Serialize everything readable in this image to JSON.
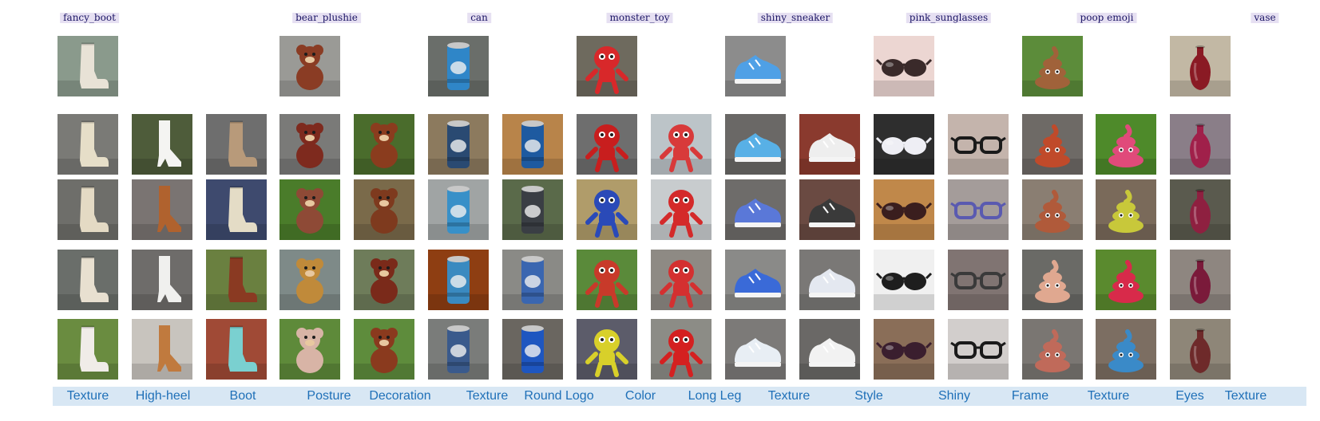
{
  "concepts": [
    {
      "name": "fancy_boot",
      "ref_icon": "boot-icon",
      "ref_bg": "#8a9a8c",
      "ref_fg": "#e8e2d6"
    },
    {
      "name": "bear_plushie",
      "ref_icon": "bear-icon",
      "ref_bg": "#9a9a96",
      "ref_fg": "#8a3c24"
    },
    {
      "name": "can",
      "ref_icon": "can-icon",
      "ref_bg": "#6a6e6a",
      "ref_fg": "#2f86c8"
    },
    {
      "name": "monster_toy",
      "ref_icon": "monster-icon",
      "ref_bg": "#6e6a5e",
      "ref_fg": "#d8282a"
    },
    {
      "name": "shiny_sneaker",
      "ref_icon": "sneaker-icon",
      "ref_bg": "#8c8c8c",
      "ref_fg": "#4fa0e6"
    },
    {
      "name": "pink_sunglasses",
      "ref_icon": "sunglasses-icon",
      "ref_bg": "#ecd6d2",
      "ref_fg": "#3a2a2a"
    },
    {
      "name": "poop emoji",
      "ref_icon": "poop-icon",
      "ref_bg": "#5c8c3a",
      "ref_fg": "#a0623a"
    },
    {
      "name": "vase",
      "ref_icon": "vase-icon",
      "ref_bg": "#c2b8a4",
      "ref_fg": "#8a1a24"
    }
  ],
  "columns": [
    {
      "caption": "Texture",
      "icon": "boot-icon",
      "bgs": [
        "#7a7a76",
        "#6e6e6a",
        "#6a6e6a",
        "#6a8c40"
      ],
      "fgs": [
        "#e6dec8",
        "#e4dac4",
        "#e8e0d0",
        "#f0ece8"
      ]
    },
    {
      "caption": "High-heel",
      "icon": "heel-boot-icon",
      "bgs": [
        "#4e5c3a",
        "#7a7472",
        "#6e6c6a",
        "#c8c4be"
      ],
      "fgs": [
        "#f4f4f2",
        "#b0622e",
        "#f0f0ee",
        "#c07a3e"
      ]
    },
    {
      "caption": "Boot",
      "icon": "boot-icon",
      "bgs": [
        "#6e6e6e",
        "#3e4a6e",
        "#6a8040",
        "#a04a36"
      ],
      "fgs": [
        "#b89a7a",
        "#e4dcc6",
        "#8a3a22",
        "#7ad0d0"
      ]
    },
    {
      "caption": "Posture",
      "icon": "bear-icon",
      "bgs": [
        "#7a7a78",
        "#4a7c2a",
        "#7e8a88",
        "#5e8a3a"
      ],
      "fgs": [
        "#7e2a1e",
        "#8e4a36",
        "#c08a3a",
        "#d8b4a6"
      ]
    },
    {
      "caption": "Decoration",
      "icon": "bear-icon",
      "bgs": [
        "#4a6c2c",
        "#7a6a4a",
        "#6e7c5a",
        "#5e8c3c"
      ],
      "fgs": [
        "#8a3c1e",
        "#7e3a1e",
        "#7a2a1a",
        "#8a3a1e"
      ]
    },
    {
      "caption": "Texture",
      "icon": "can-icon",
      "bgs": [
        "#8c7a5e",
        "#a0a4a4",
        "#8e3e12",
        "#7a7c7a"
      ],
      "fgs": [
        "#2a4a72",
        "#3890c8",
        "#3a8ac0",
        "#3a5a8c"
      ]
    },
    {
      "caption": "Round Logo",
      "icon": "can-icon",
      "bgs": [
        "#b8844a",
        "#5a6a4a",
        "#8a8a86",
        "#6a6660"
      ],
      "fgs": [
        "#1e5aa0",
        "#3a3e44",
        "#3a66b0",
        "#1e56c0"
      ]
    },
    {
      "caption": "Color",
      "icon": "monster-icon",
      "bgs": [
        "#6e6e6e",
        "#b09c6a",
        "#5a8a3a",
        "#5c5c6a"
      ],
      "fgs": [
        "#c81e1e",
        "#2a4ab8",
        "#c83a2a",
        "#d8d02a"
      ]
    },
    {
      "caption": "Long Leg",
      "icon": "monster-icon",
      "bgs": [
        "#bcc4c8",
        "#c8ccce",
        "#8e8a84",
        "#8c8c86"
      ],
      "fgs": [
        "#d83a3a",
        "#d42a2a",
        "#d43030",
        "#d42020"
      ]
    },
    {
      "caption": "Texture",
      "icon": "sneaker-icon",
      "bgs": [
        "#6a6866",
        "#6e6c6a",
        "#8a8a88",
        "#7c7a78"
      ],
      "fgs": [
        "#58b0e6",
        "#5a78d8",
        "#3a6ad8",
        "#e8eef4"
      ]
    },
    {
      "caption": "Style",
      "icon": "sneaker-icon",
      "bgs": [
        "#8a3a2e",
        "#6a4a42",
        "#7a7876",
        "#6a6866"
      ],
      "fgs": [
        "#eeeeee",
        "#3a3a3a",
        "#e4e8f0",
        "#f2f2f2"
      ]
    },
    {
      "caption": "Shiny",
      "icon": "sunglasses-icon",
      "bgs": [
        "#2e2e2e",
        "#c0884a",
        "#f0f0f0",
        "#8a6e58"
      ],
      "fgs": [
        "#eeeef4",
        "#3a1e1e",
        "#1e1e1e",
        "#3a1e2e"
      ]
    },
    {
      "caption": "Frame",
      "icon": "glasses-icon",
      "bgs": [
        "#c4b4ac",
        "#a49c9a",
        "#807472",
        "#d2cecc"
      ],
      "fgs": [
        "#1a1a1a",
        "#5a5ab0",
        "#3a3a3a",
        "#1a1a1a"
      ]
    },
    {
      "caption": "Texture",
      "icon": "poop-icon",
      "bgs": [
        "#6e6a66",
        "#8a7e72",
        "#6a6a66",
        "#7a7672"
      ],
      "fgs": [
        "#c04a2a",
        "#b05a3a",
        "#e0a890",
        "#c06a5a"
      ]
    },
    {
      "caption": "Eyes",
      "icon": "poop-icon",
      "bgs": [
        "#4e8a2a",
        "#7a6a5a",
        "#5a8a2e",
        "#7c6e62"
      ],
      "fgs": [
        "#e04a7a",
        "#c8c83a",
        "#d82a4a",
        "#3a8ac8"
      ]
    },
    {
      "caption": "Texture",
      "icon": "vase-icon",
      "bgs": [
        "#8a7e88",
        "#5a5a4e",
        "#8e8680",
        "#8e8678"
      ],
      "fgs": [
        "#a0204a",
        "#8e2040",
        "#7a1a3a",
        "#6e2a2a"
      ]
    }
  ]
}
